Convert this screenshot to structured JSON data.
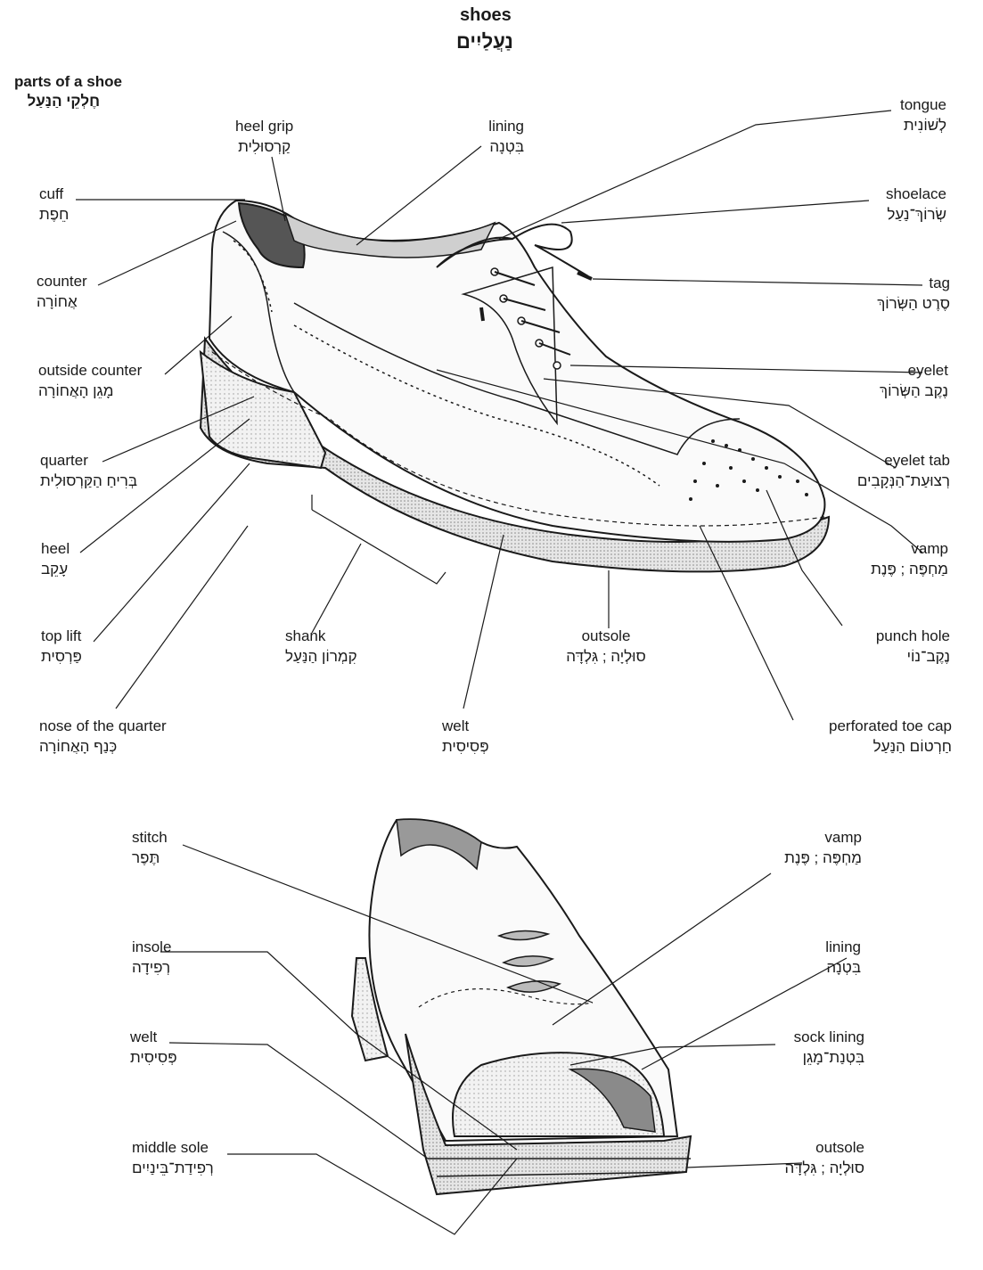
{
  "title": {
    "en": "shoes",
    "he": "נַעֲלַיִים"
  },
  "section": {
    "en": "parts of a shoe",
    "he": "חֶלְקֵי הַנַּעַל"
  },
  "labels_top": {
    "heel_grip": {
      "en": "heel grip",
      "he": "קַרְסוּלִית"
    },
    "lining": {
      "en": "lining",
      "he": "בִּטְנָה"
    },
    "tongue": {
      "en": "tongue",
      "he": "לְשׁוֹנִית"
    },
    "cuff": {
      "en": "cuff",
      "he": "חֵפֶת"
    },
    "shoelace": {
      "en": "shoelace",
      "he": "שְׂרוֹךְ־נַעַל"
    },
    "counter": {
      "en": "counter",
      "he": "אֲחוֹרָה"
    },
    "tag": {
      "en": "tag",
      "he": "סֶרֶט הַשְּׂרוֹךְ"
    },
    "outside_counter": {
      "en": "outside counter",
      "he": "מָגֵן הָאֲחוֹרָה"
    },
    "eyelet": {
      "en": "eyelet",
      "he": "נֶקֶב הַשְּׂרוֹךְ"
    },
    "quarter": {
      "en": "quarter",
      "he": "בְּרִיחַ הַקַּרְסוּלִית"
    },
    "eyelet_tab": {
      "en": "eyelet tab",
      "he": "רְצוּעַת־הַנְּקָבִים"
    },
    "heel": {
      "en": "heel",
      "he": "עָקֵב"
    },
    "vamp": {
      "en": "vamp",
      "he": "מַחְפֶּה ; פֶּנֶת"
    },
    "top_lift": {
      "en": "top lift",
      "he": "פַּרְסִית"
    },
    "shank": {
      "en": "shank",
      "he": "קִמְרוֹן הַנַּעַל"
    },
    "outsole": {
      "en": "outsole",
      "he": "סוּלְיָה ; גִּלְדָּה"
    },
    "punch_hole": {
      "en": "punch hole",
      "he": "נֶקֶב־נוֹי"
    },
    "nose_quarter": {
      "en": "nose of the quarter",
      "he": "כְּנַף הָאֲחוֹרָה"
    },
    "welt": {
      "en": "welt",
      "he": "פְּסִיסִית"
    },
    "perforated_toe_cap": {
      "en": "perforated toe cap",
      "he": "חַרְטוֹם הַנַּעַל"
    }
  },
  "labels_bottom": {
    "stitch": {
      "en": "stitch",
      "he": "תֶּפֶר"
    },
    "vamp": {
      "en": "vamp",
      "he": "מַחְפֶּה ; פֶּנֶת"
    },
    "insole": {
      "en": "insole",
      "he": "רְפִידָה"
    },
    "lining": {
      "en": "lining",
      "he": "בִּטְנָה"
    },
    "welt": {
      "en": "welt",
      "he": "פְּסִיסִית"
    },
    "sock_lining": {
      "en": "sock lining",
      "he": "בִּטְנַת־מָגֵן"
    },
    "middle_sole": {
      "en": "middle sole",
      "he": "רְפִידַת־בֵּינַיִים"
    },
    "outsole": {
      "en": "outsole",
      "he": "סוּלְיָה ; גִּלְדָּה"
    }
  },
  "colors": {
    "ink": "#1a1a1a",
    "shade": "#d9d9d9",
    "dark": "#7a7a7a"
  }
}
